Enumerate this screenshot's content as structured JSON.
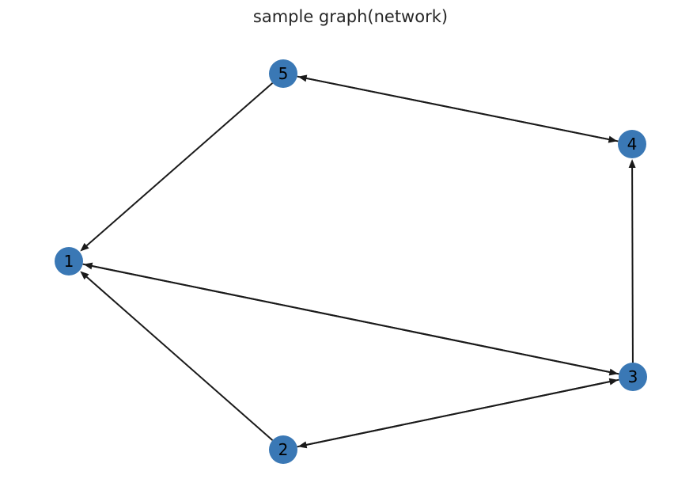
{
  "title": "sample graph(network)",
  "colors": {
    "node_fill": "#3a78b5",
    "edge": "#1a1a1a",
    "label": "#000000",
    "background": "#ffffff"
  },
  "graph": {
    "directed": true,
    "nodes": [
      {
        "id": "1",
        "label": "1"
      },
      {
        "id": "2",
        "label": "2"
      },
      {
        "id": "3",
        "label": "3"
      },
      {
        "id": "4",
        "label": "4"
      },
      {
        "id": "5",
        "label": "5"
      }
    ],
    "edges": [
      {
        "source": "5",
        "target": "1"
      },
      {
        "source": "5",
        "target": "4"
      },
      {
        "source": "4",
        "target": "5"
      },
      {
        "source": "3",
        "target": "4"
      },
      {
        "source": "1",
        "target": "3"
      },
      {
        "source": "3",
        "target": "1"
      },
      {
        "source": "2",
        "target": "1"
      },
      {
        "source": "2",
        "target": "3"
      },
      {
        "source": "3",
        "target": "2"
      }
    ]
  }
}
